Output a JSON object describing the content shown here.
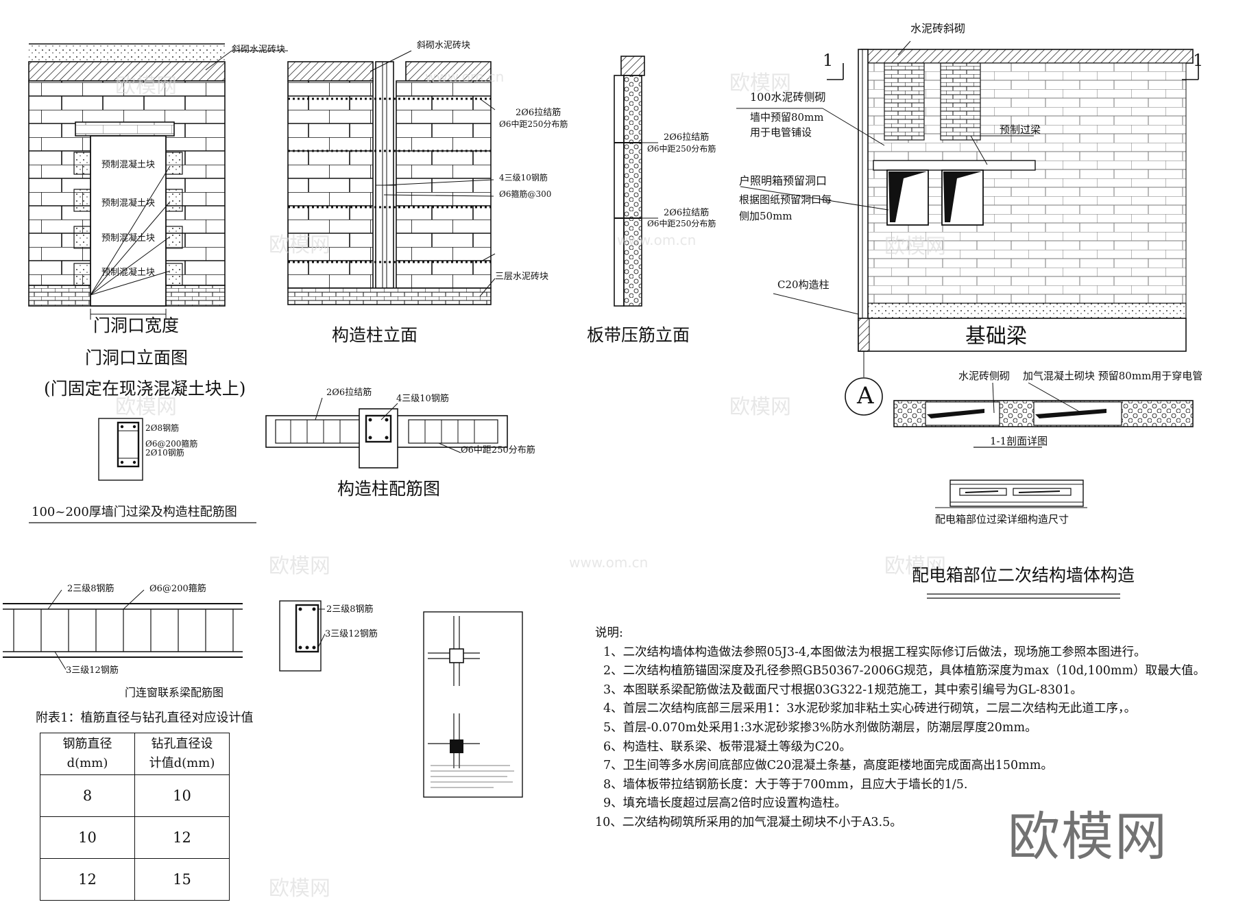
{
  "door": {
    "top_label": "斜砌水泥砖块",
    "blocks": [
      "预制混凝土块",
      "预制混凝土块",
      "预制混凝土块",
      "预制混凝土块"
    ],
    "width_label": "门洞口宽度",
    "title": "门洞口立面图",
    "subtitle": "(门固定在现浇混凝土块上)"
  },
  "column": {
    "top_label": "斜砌水泥砖块",
    "tie": "2Ø6拉结筋",
    "tie_sub": "Ø6中距250分布筋",
    "steel": "4三级10钢筋",
    "stirrup": "Ø6箍筋@300",
    "base": "三层水泥砖块",
    "title": "构造柱立面"
  },
  "band": {
    "tie1": "2Ø6拉结筋",
    "tie1_sub": "Ø6中距250分布筋",
    "tie2": "2Ø6拉结筋",
    "tie2_sub": "Ø6中距250分布筋",
    "title": "板带压筋立面"
  },
  "lintel": {
    "r1": "2Ø8钢筋",
    "r2": "Ø6@200箍筋",
    "r3": "2Ø10钢筋",
    "title": "100~200厚墙门过梁及构造柱配筋图"
  },
  "colrebar": {
    "tie": "2Ø6拉结筋",
    "steel": "4三级10钢筋",
    "dist": "Ø6中距250分布筋",
    "title": "构造柱配筋图"
  },
  "beam": {
    "top": "2三级8钢筋",
    "stirrup": "Ø6@200箍筋",
    "bottom": "3三级12钢筋",
    "title": "门连窗联系梁配筋图",
    "sec_top": "2三级8钢筋",
    "sec_bottom": "3三级12钢筋"
  },
  "table": {
    "caption": "附表1：植筋直径与钻孔直径对应设计值",
    "h1a": "钢筋直径",
    "h1b": "d(mm)",
    "h2a": "钻孔直径设",
    "h2b": "计值d(mm)",
    "rows": [
      [
        "8",
        "10"
      ],
      [
        "10",
        "12"
      ],
      [
        "12",
        "15"
      ]
    ]
  },
  "box": {
    "top": "水泥砖斜砌",
    "left1": "1",
    "right1": "1",
    "side": "100水泥砖侧砌",
    "reserve1": "墙中预留80mm",
    "reserve2": "用于电管铺设",
    "precast": "预制过梁",
    "hole1": "户照明箱预留洞口",
    "hole2": "根据图纸预留洞口每",
    "hole3": "侧加50mm",
    "column": "C20构造柱",
    "foundation": "基础梁",
    "axis": "A",
    "sec_l": "水泥砖侧砌",
    "sec_r": "加气混凝土砌块 预留80mm用于穿电管",
    "sec_title": "1-1剖面详图",
    "detail_title": "配电箱部位过梁详细构造尺寸",
    "main_title": "配电箱部位二次结构墙体构造"
  },
  "notes": {
    "heading": "说明:",
    "items": [
      "1、二次结构墙体构造做法参照05J3-4,本图做法为根据工程实际修订后做法，现场施工参照本图进行。",
      "2、二次结构植筋锚固深度及孔径参照GB50367-2006G规范，具体植筋深度为max（10d,100mm）取最大值。",
      "3、本图联系梁配筋做法及截面尺寸根据03G322-1规范施工，其中索引编号为GL-8301。",
      "4、首层二次结构底部三层采用1：3水泥砂浆加非粘土实心砖进行砌筑，二层二次结构无此道工序，。",
      "5、首层-0.070m处采用1:3水泥砂浆掺3%防水剂做防潮层，防潮层厚度20mm。",
      "6、构造柱、联系梁、板带混凝土等级为C20。",
      "7、卫生间等多水房间底部应做C20混凝土条基，高度距楼地面完成面高出150mm。",
      "8、墙体板带拉结钢筋长度：大于等于700mm，且应大于墙长的1/5.",
      "9、填充墙长度超过层高2倍时应设置构造柱。",
      "10、二次结构砌筑所采用的加气混凝土砌块不小于A3.5。"
    ]
  },
  "watermark": {
    "text": "欧模网",
    "url": "www.om.cn"
  }
}
